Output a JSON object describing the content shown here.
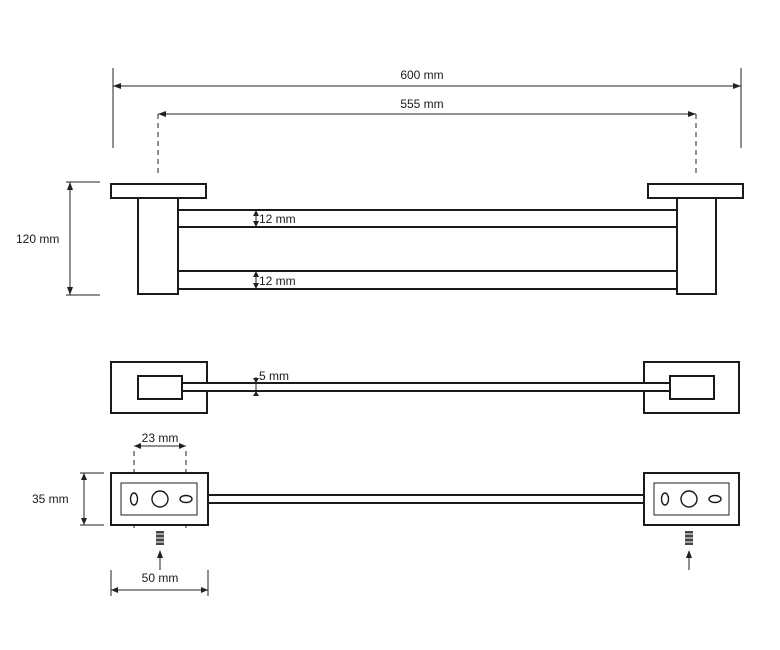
{
  "dimensions": {
    "total_width": "600 mm",
    "mount_spacing": "555 mm",
    "height": "120 mm",
    "bar_top_thickness": "12 mm",
    "bar_bottom_thickness": "12 mm",
    "bar_depth": "5 mm",
    "hole_spacing": "23 mm",
    "plate_height": "35 mm",
    "plate_width": "50 mm"
  }
}
